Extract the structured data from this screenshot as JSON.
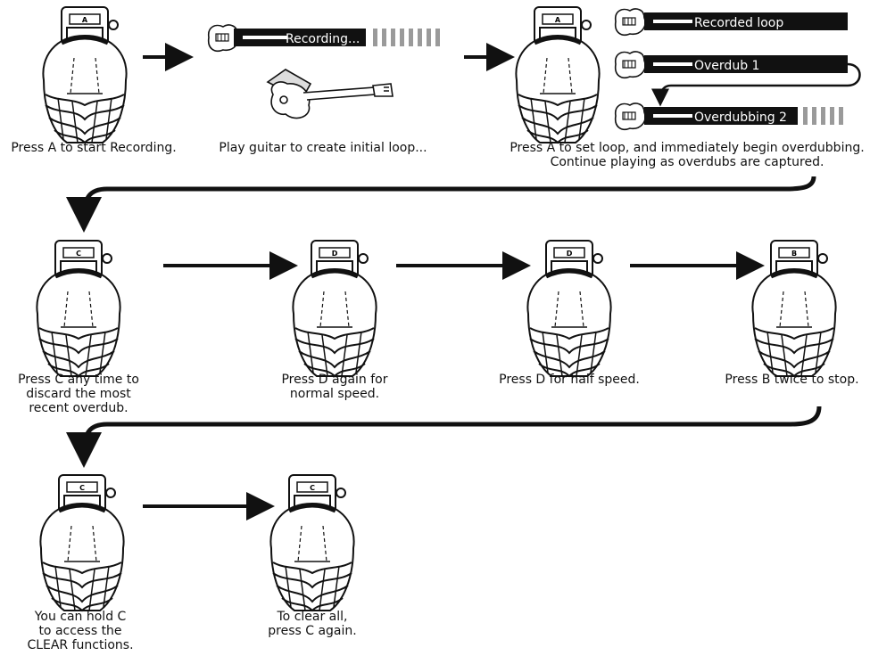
{
  "steps": [
    {
      "pedal": "A",
      "caption": "Press A to start Recording."
    },
    {
      "pedal": "",
      "caption": "Play guitar to create initial loop..."
    },
    {
      "pedal": "A",
      "caption_line1": "Press A to set loop, and immediately begin overdubbing.",
      "caption_line2": "Continue playing as overdubs are captured."
    },
    {
      "pedal": "C",
      "caption_line1": "Press C any time to",
      "caption_line2": "discard the most",
      "caption_line3": "recent overdub."
    },
    {
      "pedal": "D",
      "caption_line1": "Press D again for",
      "caption_line2": "normal speed."
    },
    {
      "pedal": "D",
      "caption": "Press D for half speed."
    },
    {
      "pedal": "B",
      "caption": "Press B twice to stop."
    },
    {
      "pedal": "C",
      "caption_line1": "You can hold C",
      "caption_line2": "to access the",
      "caption_line3": "CLEAR functions."
    },
    {
      "pedal": "C",
      "caption_line1": "To clear all,",
      "caption_line2": "press C again."
    }
  ],
  "banners": {
    "recording": "Recording...",
    "recorded_loop": "Recorded loop",
    "overdub_1": "Overdub 1",
    "overdubbing_2": "Overdubbing 2"
  },
  "colors": {
    "ink": "#111111",
    "progress": "#9a9a9a"
  }
}
